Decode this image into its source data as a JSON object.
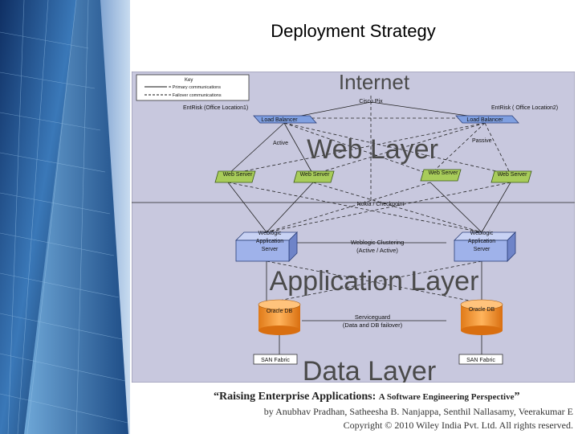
{
  "slide": {
    "title": "Deployment Strategy"
  },
  "key": {
    "title": "Key",
    "primary": "= Primary communications",
    "failover": "= Failover communications"
  },
  "layers": {
    "internet": "Internet",
    "web": "Web Layer",
    "application": "Application Layer",
    "data": "Data Layer"
  },
  "labels": {
    "cisco_pix": "Cisco Pix",
    "loc1": "EntRisk (Office Location1)",
    "loc2": "EntRisk ( Office Location2)",
    "lb_left": "Load Balancer",
    "lb_right": "Load Balancer",
    "active": "Active",
    "passive": "Passive",
    "nokia": "Nokia / Checkpoint",
    "web_server": "Web Server",
    "app_server_line1": "Weblogic",
    "app_server_line2": "Application",
    "app_server_line3": "Server",
    "clustering_line1": "Weblogic Clustering",
    "clustering_line2": "(Active / Active)",
    "oracle_db": "Oracle DB",
    "serviceguard_line1": "Serviceguard",
    "serviceguard_line2": "(Data and DB failover)",
    "san": "SAN Fabric"
  },
  "footer": {
    "line1_a": "“Raising Enterprise Applications: ",
    "line1_b": "A Software Engineering Perspective",
    "line1_c": "”",
    "line2": "by Anubhav Pradhan, Satheesha B. Nanjappa, Senthil Nallasamy, Veerakumar E",
    "line3": "Copyright © 2010 Wiley India Pvt. Ltd.  All rights reserved."
  },
  "colors": {
    "diagram_bg": "#c8c8de",
    "load_balancer": "#7f9fe0",
    "web_server": "#a8cc5a",
    "app_server": "#9fb2ea",
    "database": "#f39a3a"
  }
}
